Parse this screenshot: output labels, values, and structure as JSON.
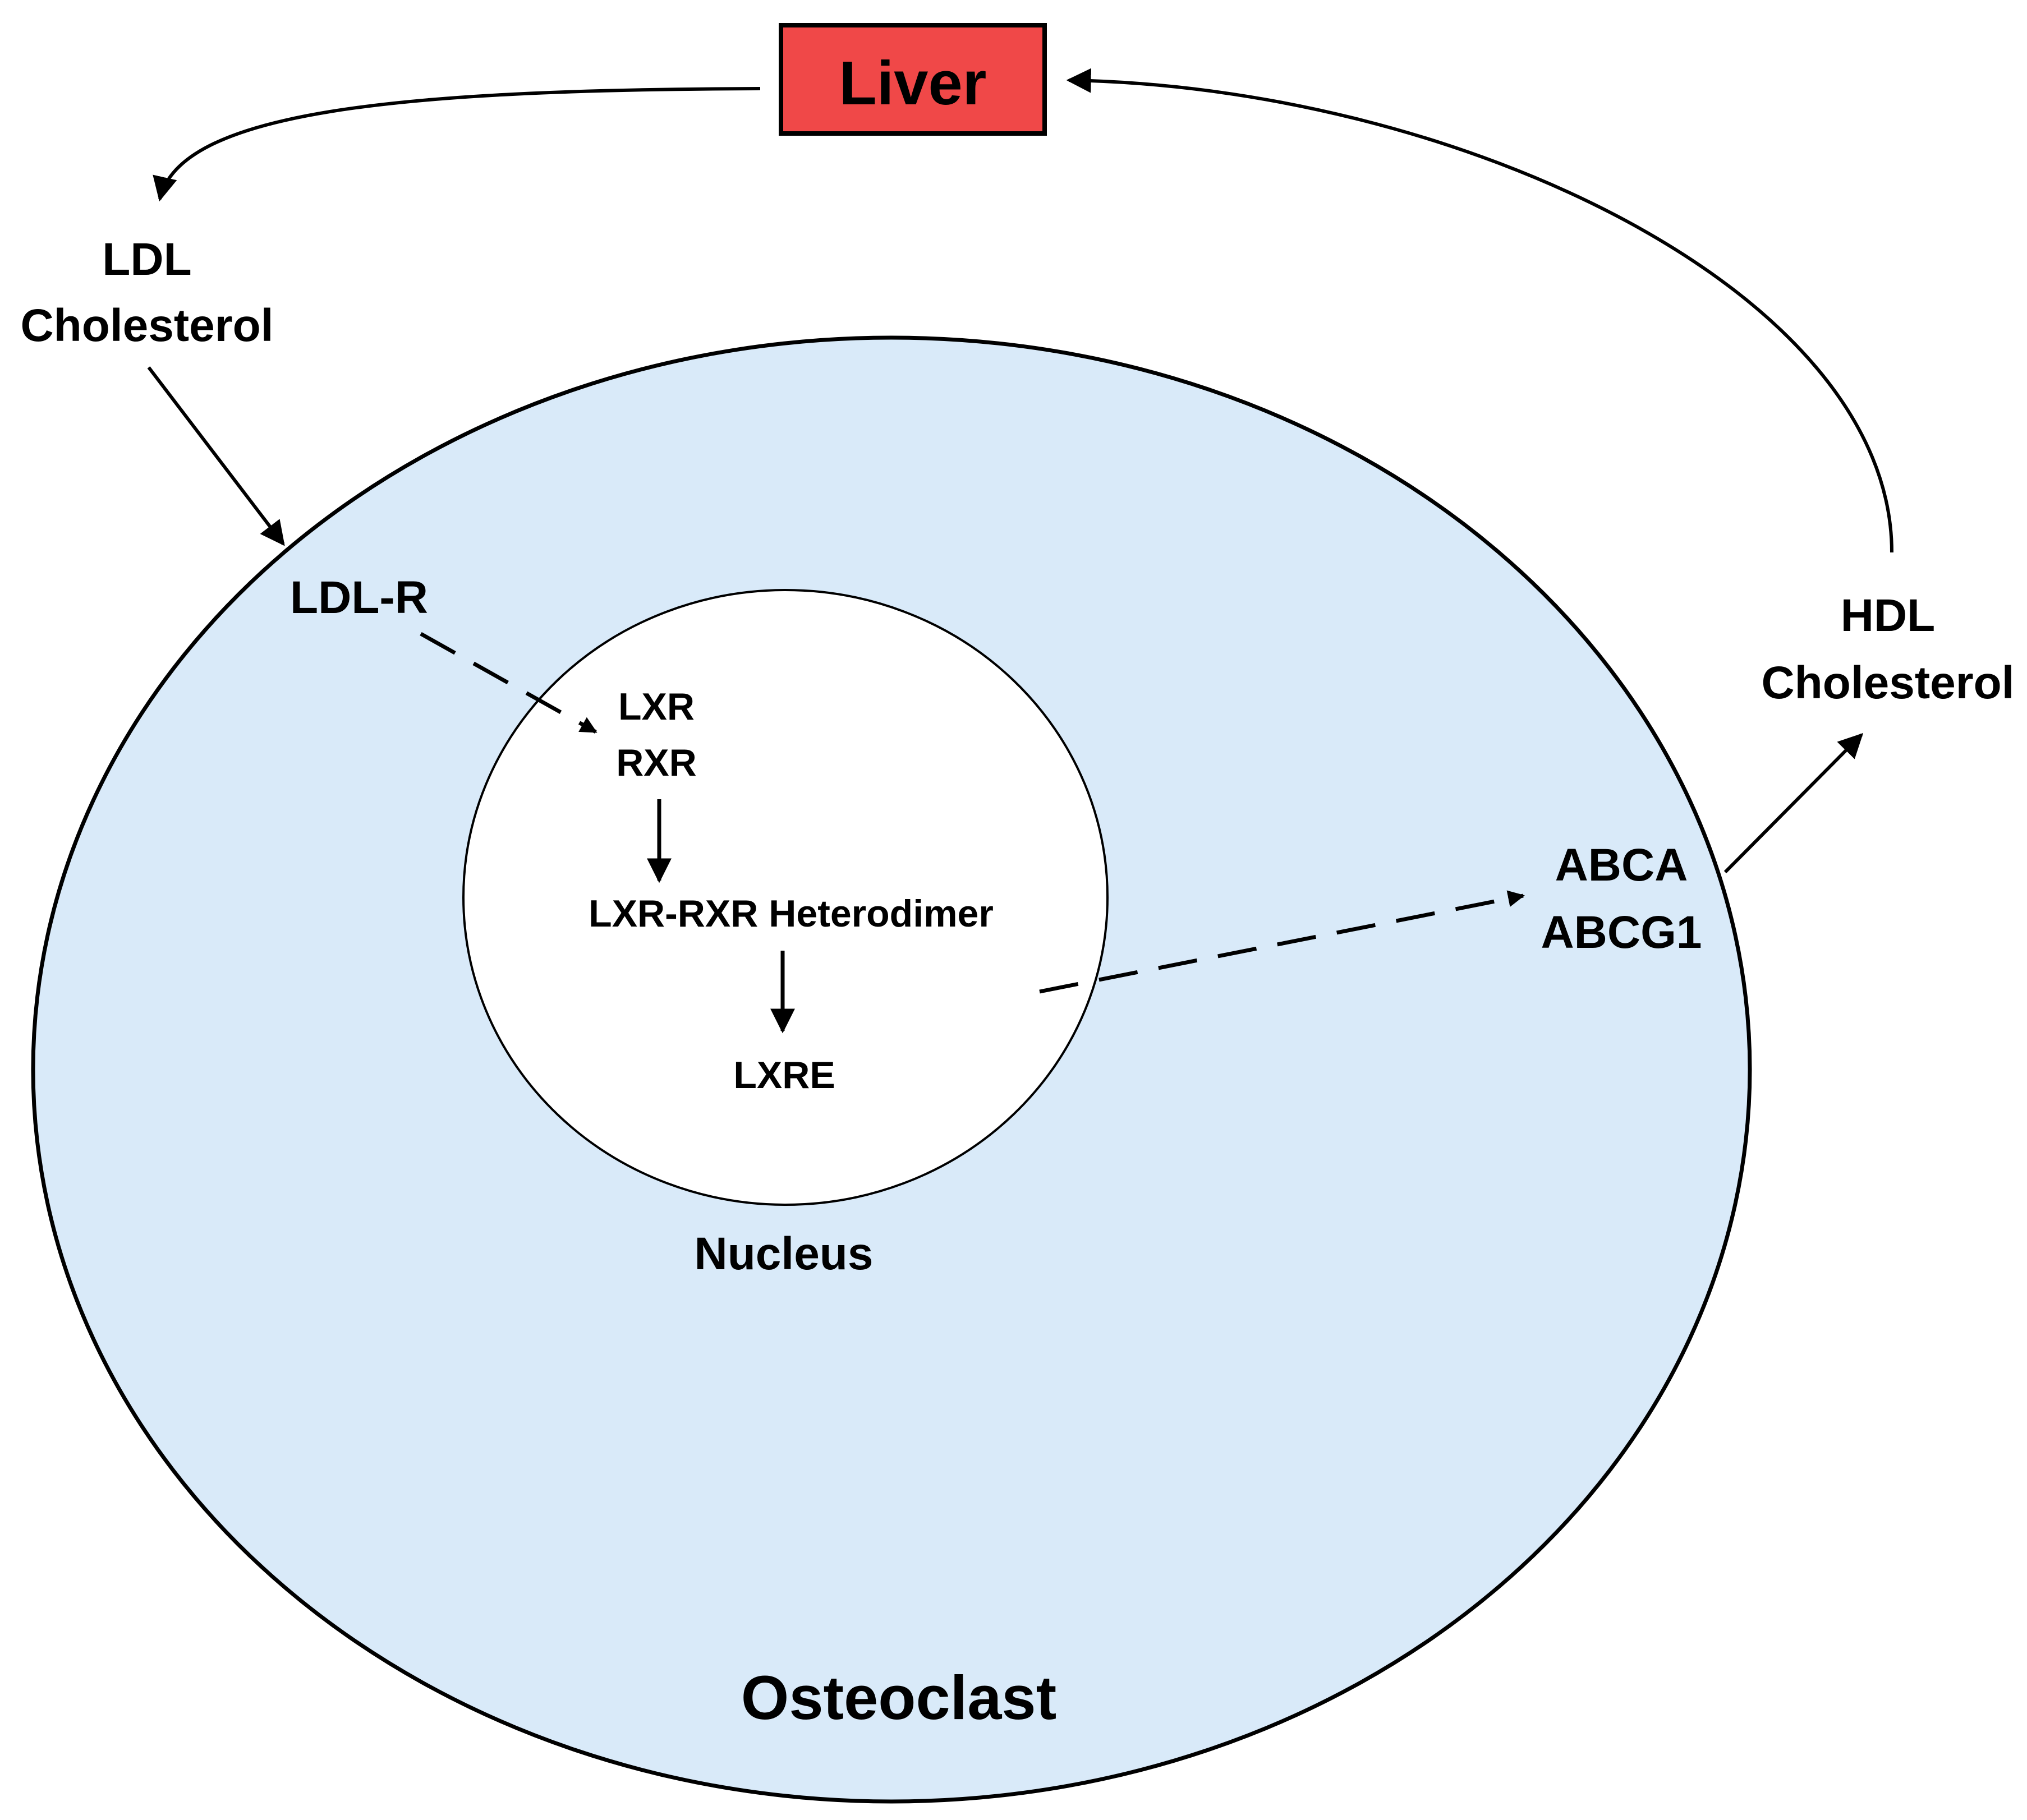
{
  "colors": {
    "liver_fill": "#f04848",
    "cell_fill": "#d9eaf9",
    "nucleus_fill": "#ffffff",
    "line": "#000000"
  },
  "liver": {
    "label": "Liver"
  },
  "ldl": {
    "line1": "LDL",
    "line2": "Cholesterol"
  },
  "hdl": {
    "line1": "HDL",
    "line2": "Cholesterol"
  },
  "cell": {
    "label": "Osteoclast",
    "receptor": "LDL-R",
    "transporters": {
      "line1": "ABCA",
      "line2": "ABCG1"
    }
  },
  "nucleus": {
    "label": "Nucleus",
    "lxr": "LXR",
    "rxr": "RXR",
    "heterodimer": "LXR-RXR Heterodimer",
    "lxre": "LXRE"
  }
}
